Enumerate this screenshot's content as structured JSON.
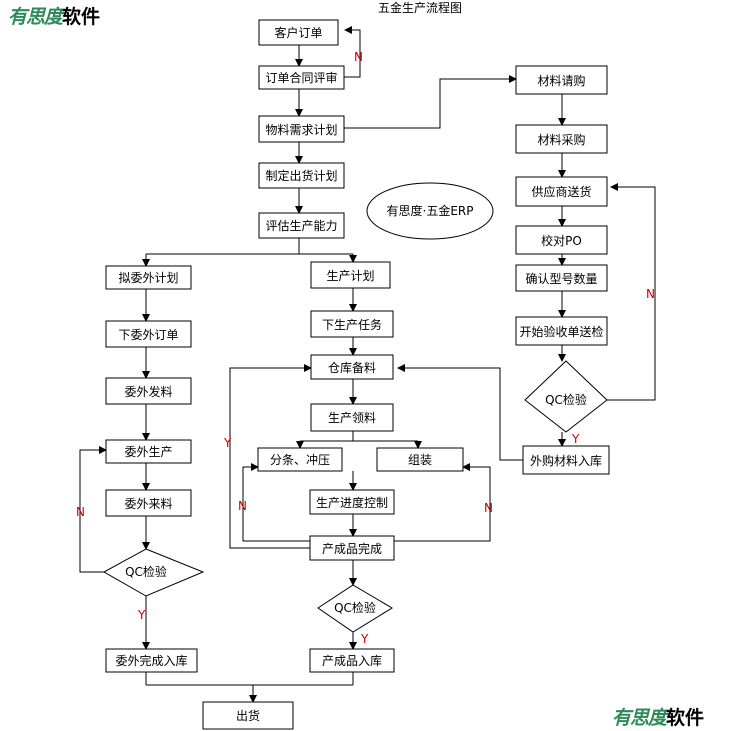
{
  "title": "五金生产流程图",
  "brand": {
    "part1": "有思度",
    "part2": "软件",
    "green": "#2e8b57"
  },
  "ellipse": "有思度·五金ERP",
  "nodes": {
    "customer_order": "客户订单",
    "order_review": "订单合同评审",
    "material_plan": "物料需求计划",
    "shipping_plan": "制定出货计划",
    "capacity_eval": "评估生产能力",
    "outsource_plan": "拟委外计划",
    "production_plan": "生产计划",
    "outsource_order": "下委外订单",
    "production_task": "下生产任务",
    "outsource_feed": "委外发料",
    "warehouse_prep": "仓库备料",
    "outsource_produce": "委外生产",
    "production_pick": "生产领料",
    "split_press": "分条、冲压",
    "assemble": "组装",
    "outsource_receive": "委外来料",
    "progress_control": "生产进度控制",
    "product_done": "产成品完成",
    "qc_outsource": "QC检验",
    "qc_product": "QC检验",
    "qc_purchase": "QC检验",
    "outsource_done_in": "委外完成入库",
    "product_in": "产成品入库",
    "ship": "出货",
    "material_request": "材料请购",
    "material_purchase": "材料采购",
    "supplier_delivery": "供应商送货",
    "check_po": "校对PO",
    "confirm_qty": "确认型号数量",
    "start_inspect": "开始验收单送检",
    "purchase_in": "外购材料入库"
  },
  "labels": {
    "yes": "Y",
    "no": "N"
  }
}
